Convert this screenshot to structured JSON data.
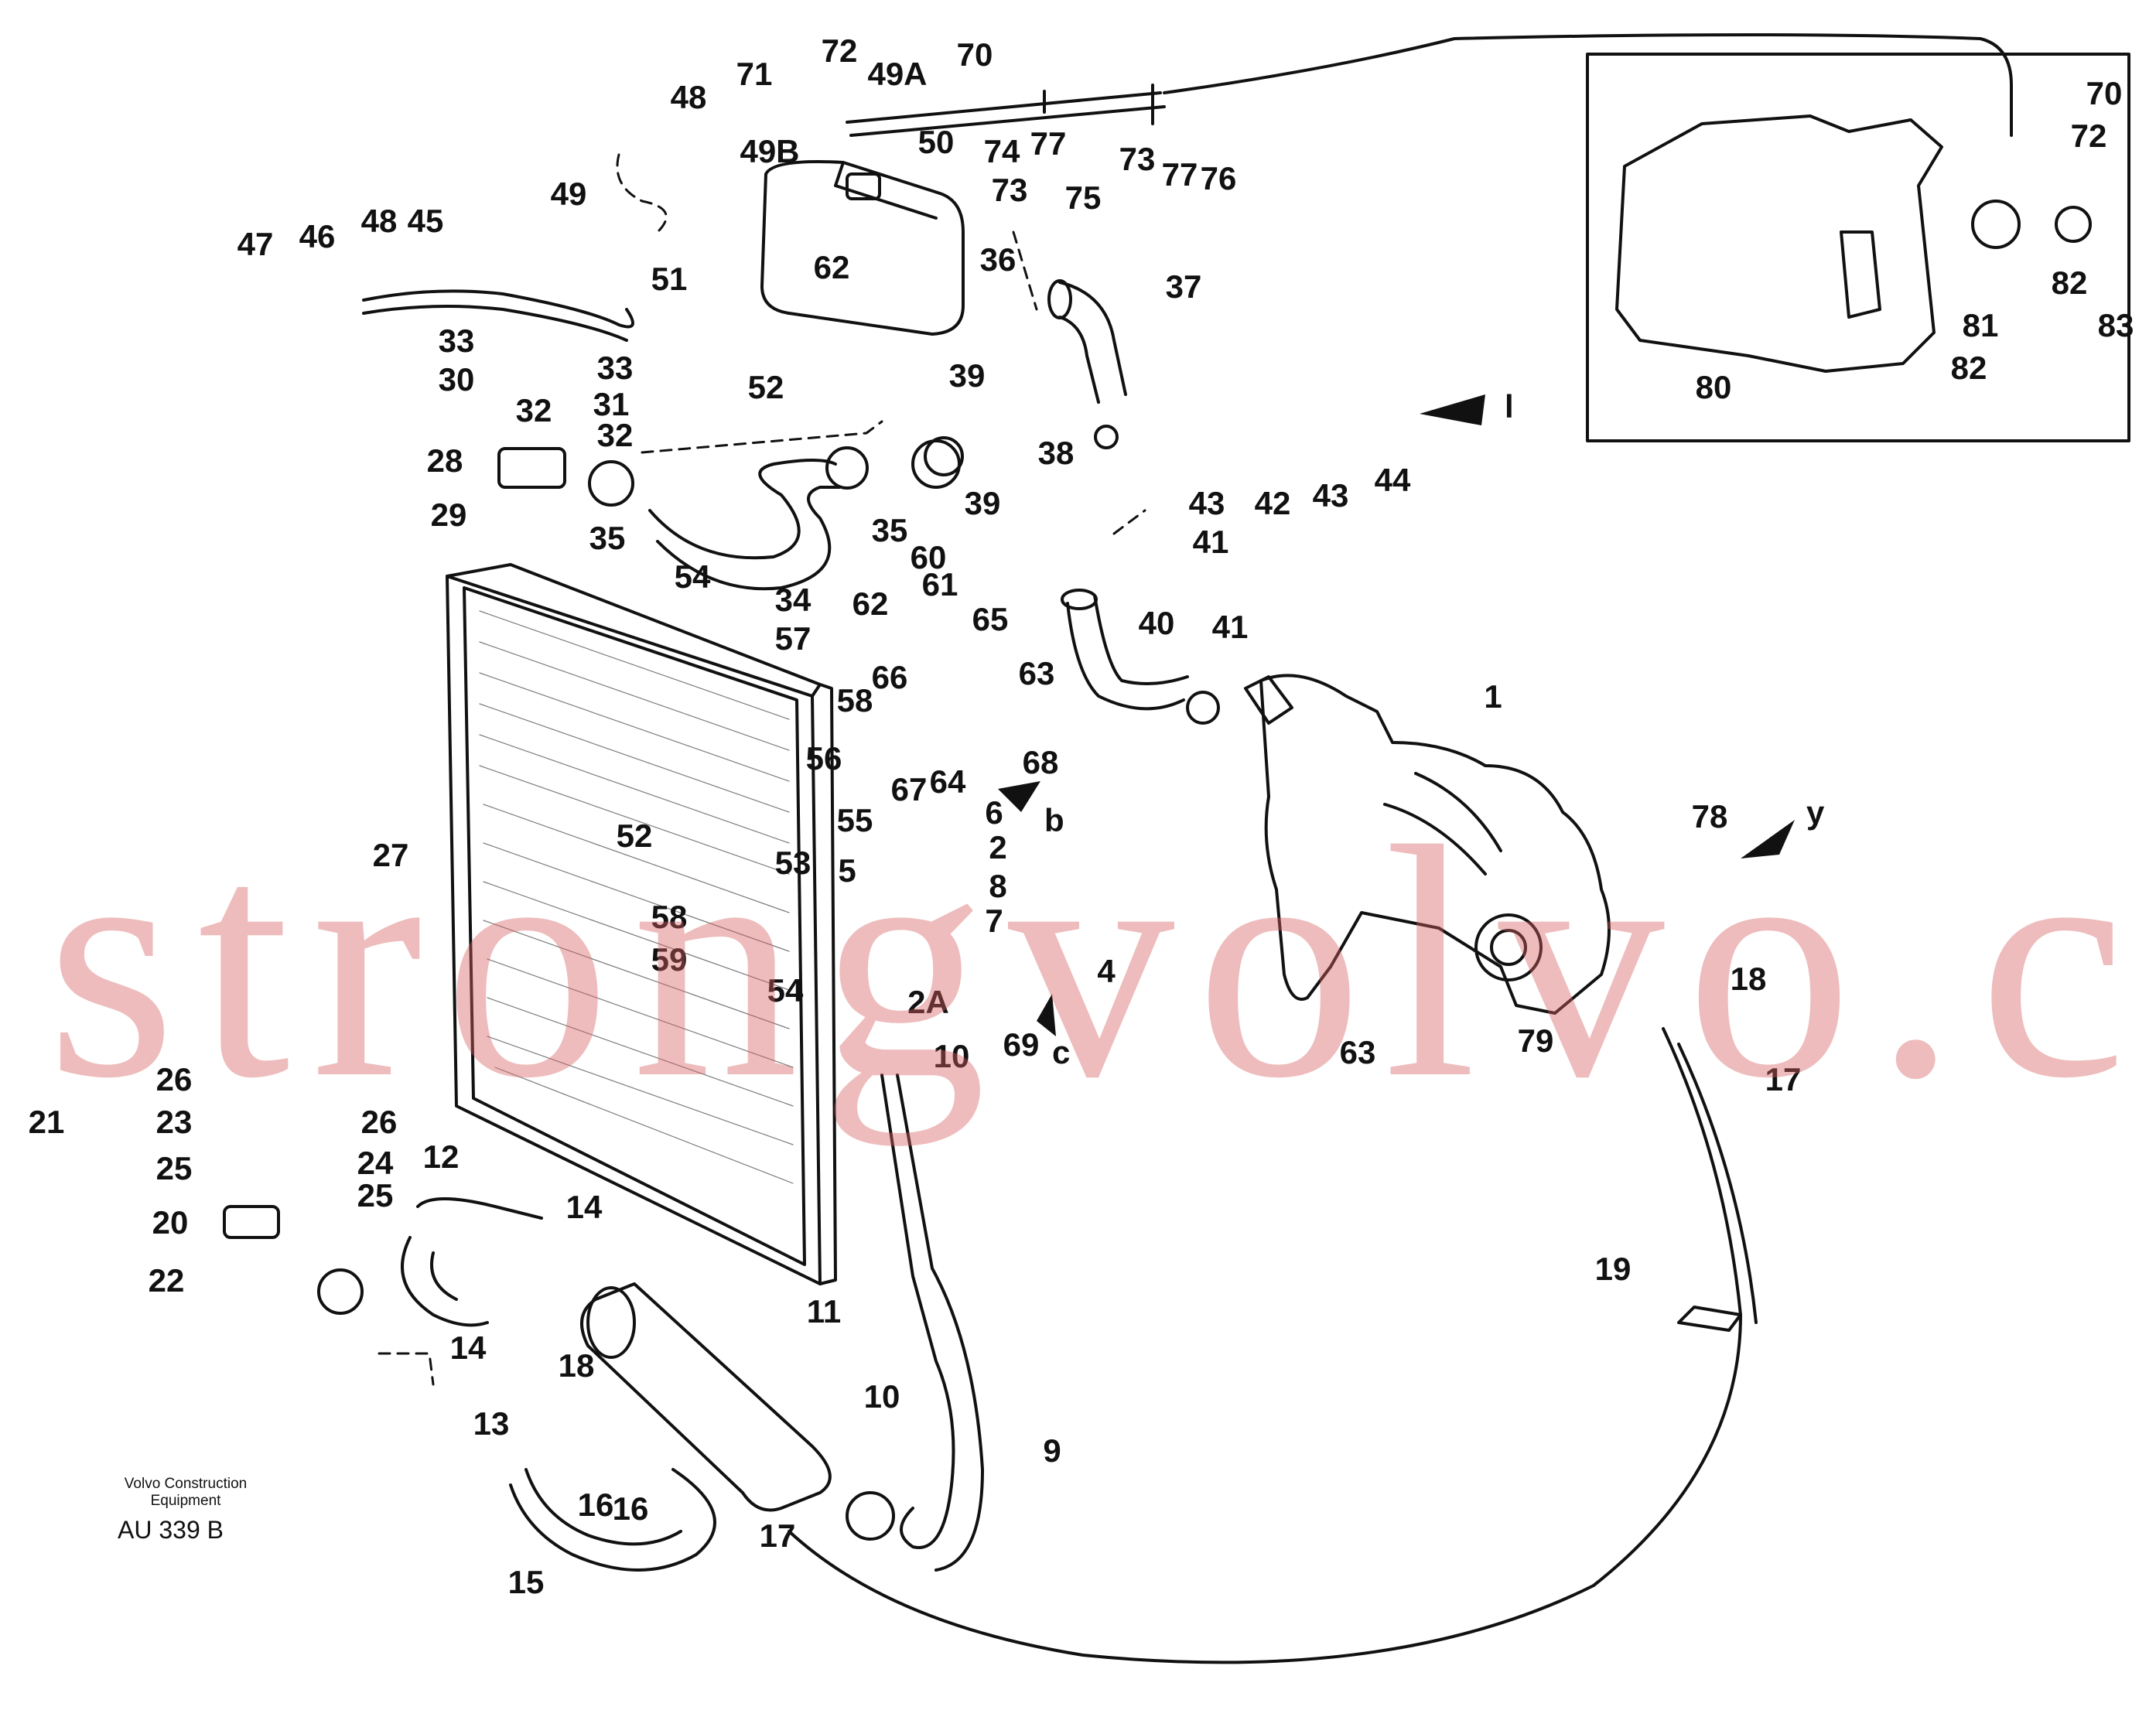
{
  "diagram": {
    "part_labels": [
      "1",
      "2",
      "2A",
      "4",
      "5",
      "6",
      "7",
      "8",
      "9",
      "10",
      "10",
      "11",
      "12",
      "13",
      "14",
      "14",
      "15",
      "16",
      "16",
      "17",
      "17",
      "18",
      "18",
      "19",
      "20",
      "21",
      "22",
      "23",
      "24",
      "25",
      "25",
      "26",
      "26",
      "27",
      "28",
      "29",
      "30",
      "31",
      "32",
      "32",
      "33",
      "33",
      "34",
      "35",
      "35",
      "36",
      "37",
      "38",
      "39",
      "39",
      "40",
      "41",
      "41",
      "42",
      "43",
      "43",
      "44",
      "45",
      "46",
      "47",
      "48",
      "48",
      "49",
      "49A",
      "49B",
      "50",
      "51",
      "52",
      "52",
      "53",
      "54",
      "54",
      "55",
      "56",
      "57",
      "58",
      "58",
      "59",
      "60",
      "61",
      "62",
      "62",
      "63",
      "63",
      "64",
      "65",
      "66",
      "67",
      "68",
      "69",
      "70",
      "70",
      "71",
      "72",
      "72",
      "73",
      "73",
      "74",
      "75",
      "76",
      "77",
      "77",
      "78",
      "79",
      "80",
      "81",
      "82",
      "82",
      "83"
    ],
    "view_markers": [
      "b",
      "c",
      "y",
      "l"
    ],
    "inset_labels": [
      "70",
      "72",
      "80",
      "81",
      "82",
      "82",
      "83"
    ]
  },
  "caption": {
    "line1": "Volvo Construction",
    "line2": "Equipment",
    "code": "AU 339 B"
  },
  "watermark": "strongvolvo.com",
  "colors": {
    "line": "#111111",
    "paper": "#ffffff",
    "watermark": "#d66060"
  }
}
